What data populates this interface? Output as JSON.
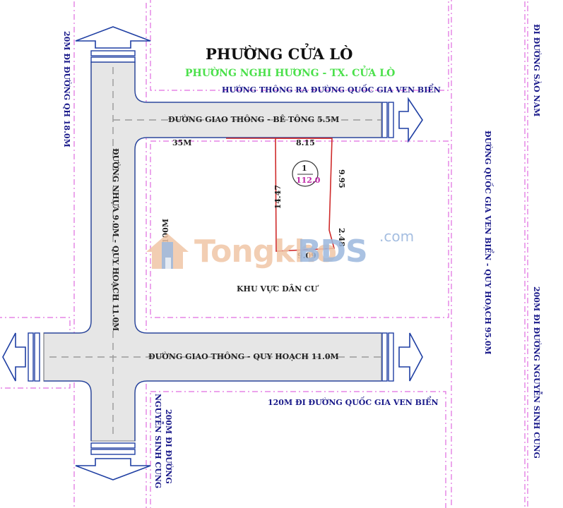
{
  "title": "PHƯỜNG CỬA LÒ",
  "subtitle": "PHƯỜNG NGHI HƯƠNG - TX. CỬA LÒ",
  "labels": {
    "huong_thong": "HƯỚNG THÔNG RA ĐƯỜNG QUỐC GIA VEN BIỂN",
    "road_top": "ĐƯỜNG GIAO THÔNG - BÊ TÔNG 5.5M",
    "road_bottom": "ĐƯỜNG GIAO THÔNG - QUY HOẠCH 11.0M",
    "left_vertical": "20M ĐI ĐƯỜNG QH 18.0M",
    "main_vertical": "ĐƯỜNG NHỰA 9.0M - QUY HOẠCH 11.0M",
    "sao_nam": "ĐI ĐƯỜNG SÀO NAM",
    "quoc_gia_vertical": "ĐƯỜNG QUỐC GIA VEN BIỂN - QUY HOẠCH 95.0M",
    "nguyen_sinh_cung_right": "200M ĐI ĐƯỜNG NGUYỄN SINH CUNG",
    "nguyen_sinh_cung_bottom_1": "200M ĐI ĐƯỜNG",
    "nguyen_sinh_cung_bottom_2": "NGUYỄN SINH CUNG",
    "ven_bien_120": "120M ĐI ĐƯỜNG QUỐC GIA VEN BIỂN",
    "distance_35": "35M",
    "distance_100": "100M",
    "khu_vuc": "KHU VỰC DÂN CƯ"
  },
  "parcel": {
    "number": "1",
    "area": "112.0",
    "dims": {
      "top": "8.15",
      "left": "14.47",
      "right_upper": "9.95",
      "right_lower": "2.48",
      "bottom": "9.09"
    }
  },
  "watermark": {
    "left": "Tongkho",
    "right": "BDS",
    "suffix": ".com"
  },
  "colors": {
    "road_fill": "#e6e6e6",
    "road_edge": "#1f3fa3",
    "parcel": "#cf2a2a",
    "lot_boundary": "#e06ce0",
    "subtitle": "#4be04b",
    "label": "#1a1a8a"
  }
}
